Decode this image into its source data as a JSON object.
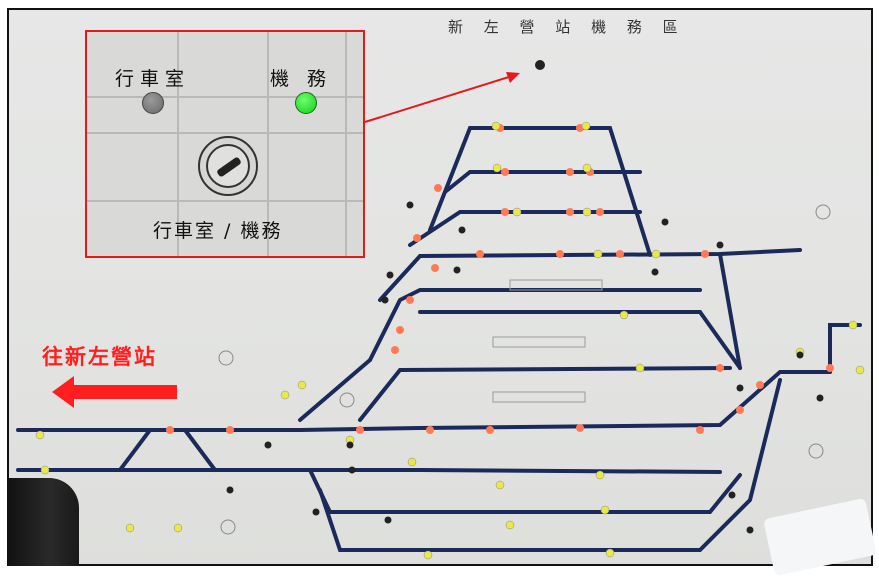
{
  "board": {
    "title": "新 左 營 站 機 務 區"
  },
  "inset": {
    "label_control_room": "行車室",
    "label_maintenance": "機 務",
    "label_switch": "行車室 / 機務",
    "lamp_control_room_color": "#808080",
    "lamp_maintenance_color": "#1ed22a"
  },
  "annotation": {
    "destination": "往新左營站",
    "arrow_color": "#ff1f1f"
  },
  "colors": {
    "track": "#1c2a5a",
    "lamp_red": "#ff7a55",
    "lamp_yellow": "#e8e84a",
    "frame": "#e31a1a"
  }
}
